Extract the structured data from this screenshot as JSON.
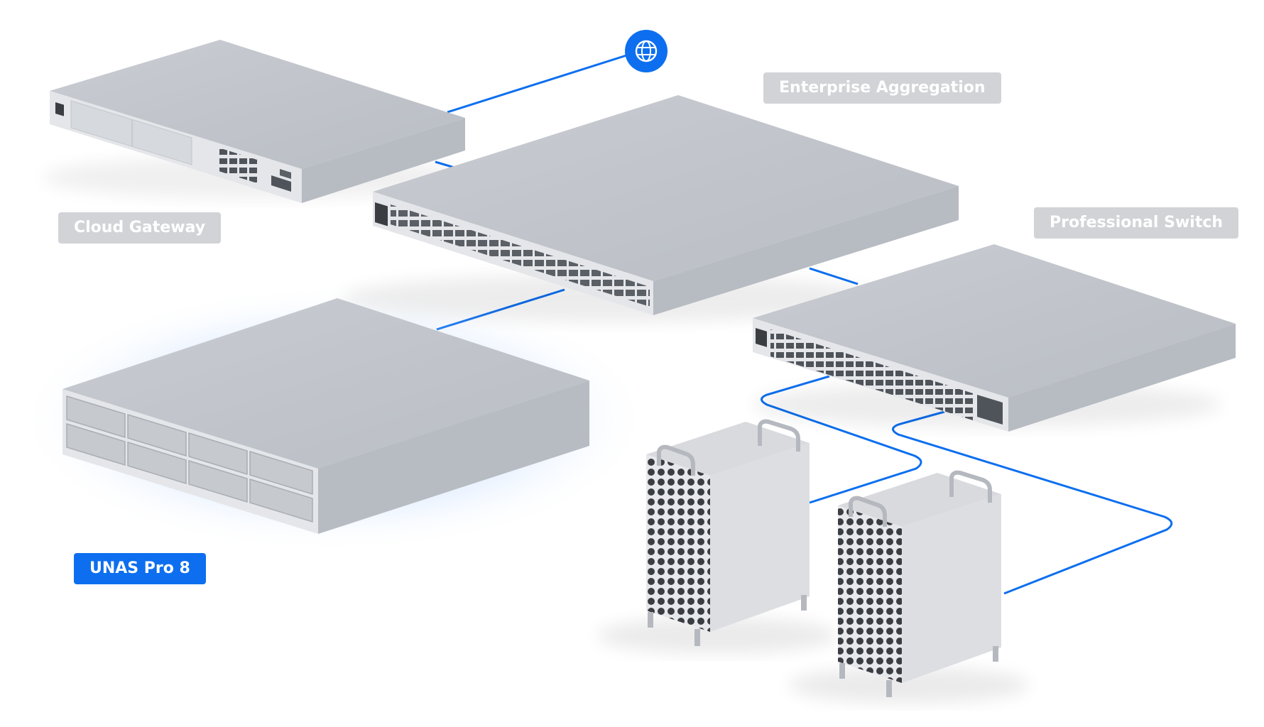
{
  "labels": {
    "cloud_gateway": "Cloud Gateway",
    "enterprise_aggregation": "Enterprise Aggregation",
    "professional_switch": "Professional Switch",
    "unas_pro": "UNAS Pro 8"
  },
  "icons": {
    "internet": "globe-icon"
  },
  "colors": {
    "link": "#0d6fef",
    "label_gray": "#d2d3d7",
    "label_blue": "#0d6fef",
    "device_top": "#c5c8ce",
    "device_front": "#e4e6e9",
    "device_side": "#b7bbc2",
    "port": "#5b5f66"
  }
}
